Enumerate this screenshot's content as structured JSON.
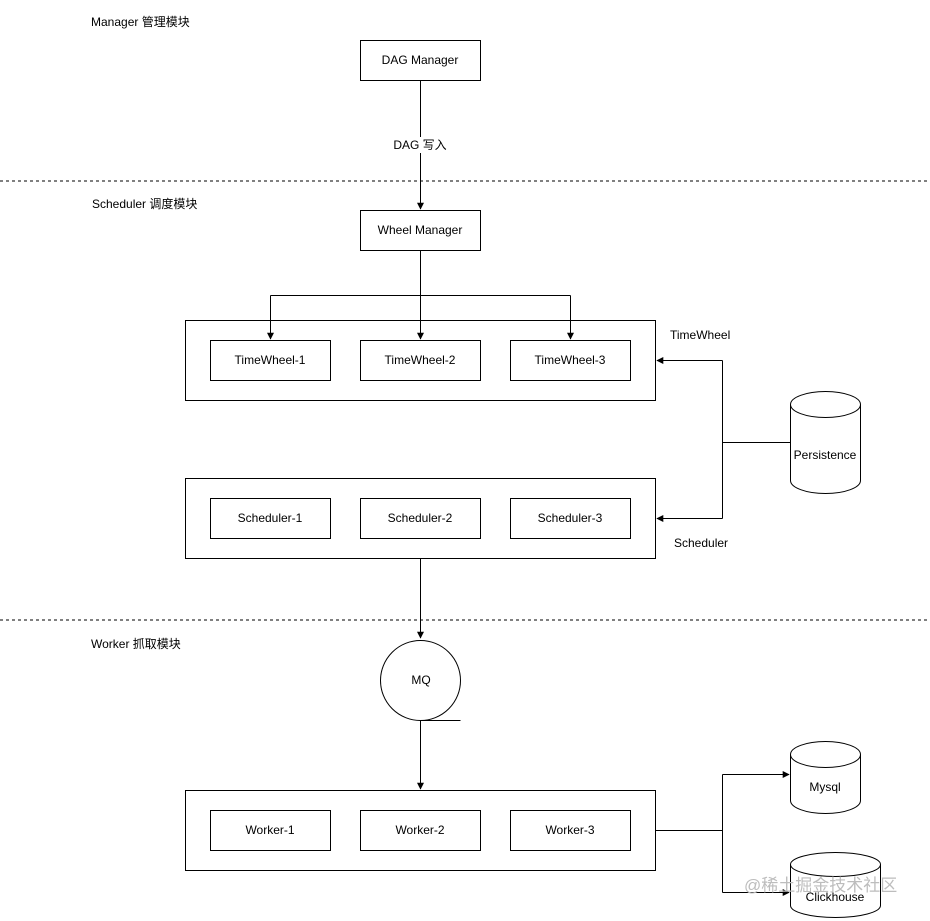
{
  "sections": {
    "manager": "Manager 管理模块",
    "scheduler": "Scheduler 调度模块",
    "worker": "Worker 抓取模块"
  },
  "nodes": {
    "dag_manager": "DAG Manager",
    "wheel_manager": "Wheel Manager",
    "timewheel_1": "TimeWheel-1",
    "timewheel_2": "TimeWheel-2",
    "timewheel_3": "TimeWheel-3",
    "scheduler_1": "Scheduler-1",
    "scheduler_2": "Scheduler-2",
    "scheduler_3": "Scheduler-3",
    "worker_1": "Worker-1",
    "worker_2": "Worker-2",
    "worker_3": "Worker-3",
    "mq": "MQ",
    "persistence": "Persistence",
    "mysql": "Mysql",
    "clickhouse": "Clickhouse"
  },
  "groups": {
    "timewheel": "TimeWheel",
    "scheduler": "Scheduler"
  },
  "edges": {
    "dag_write": "DAG 写入"
  },
  "watermark": "@稀土掘金技术社区"
}
